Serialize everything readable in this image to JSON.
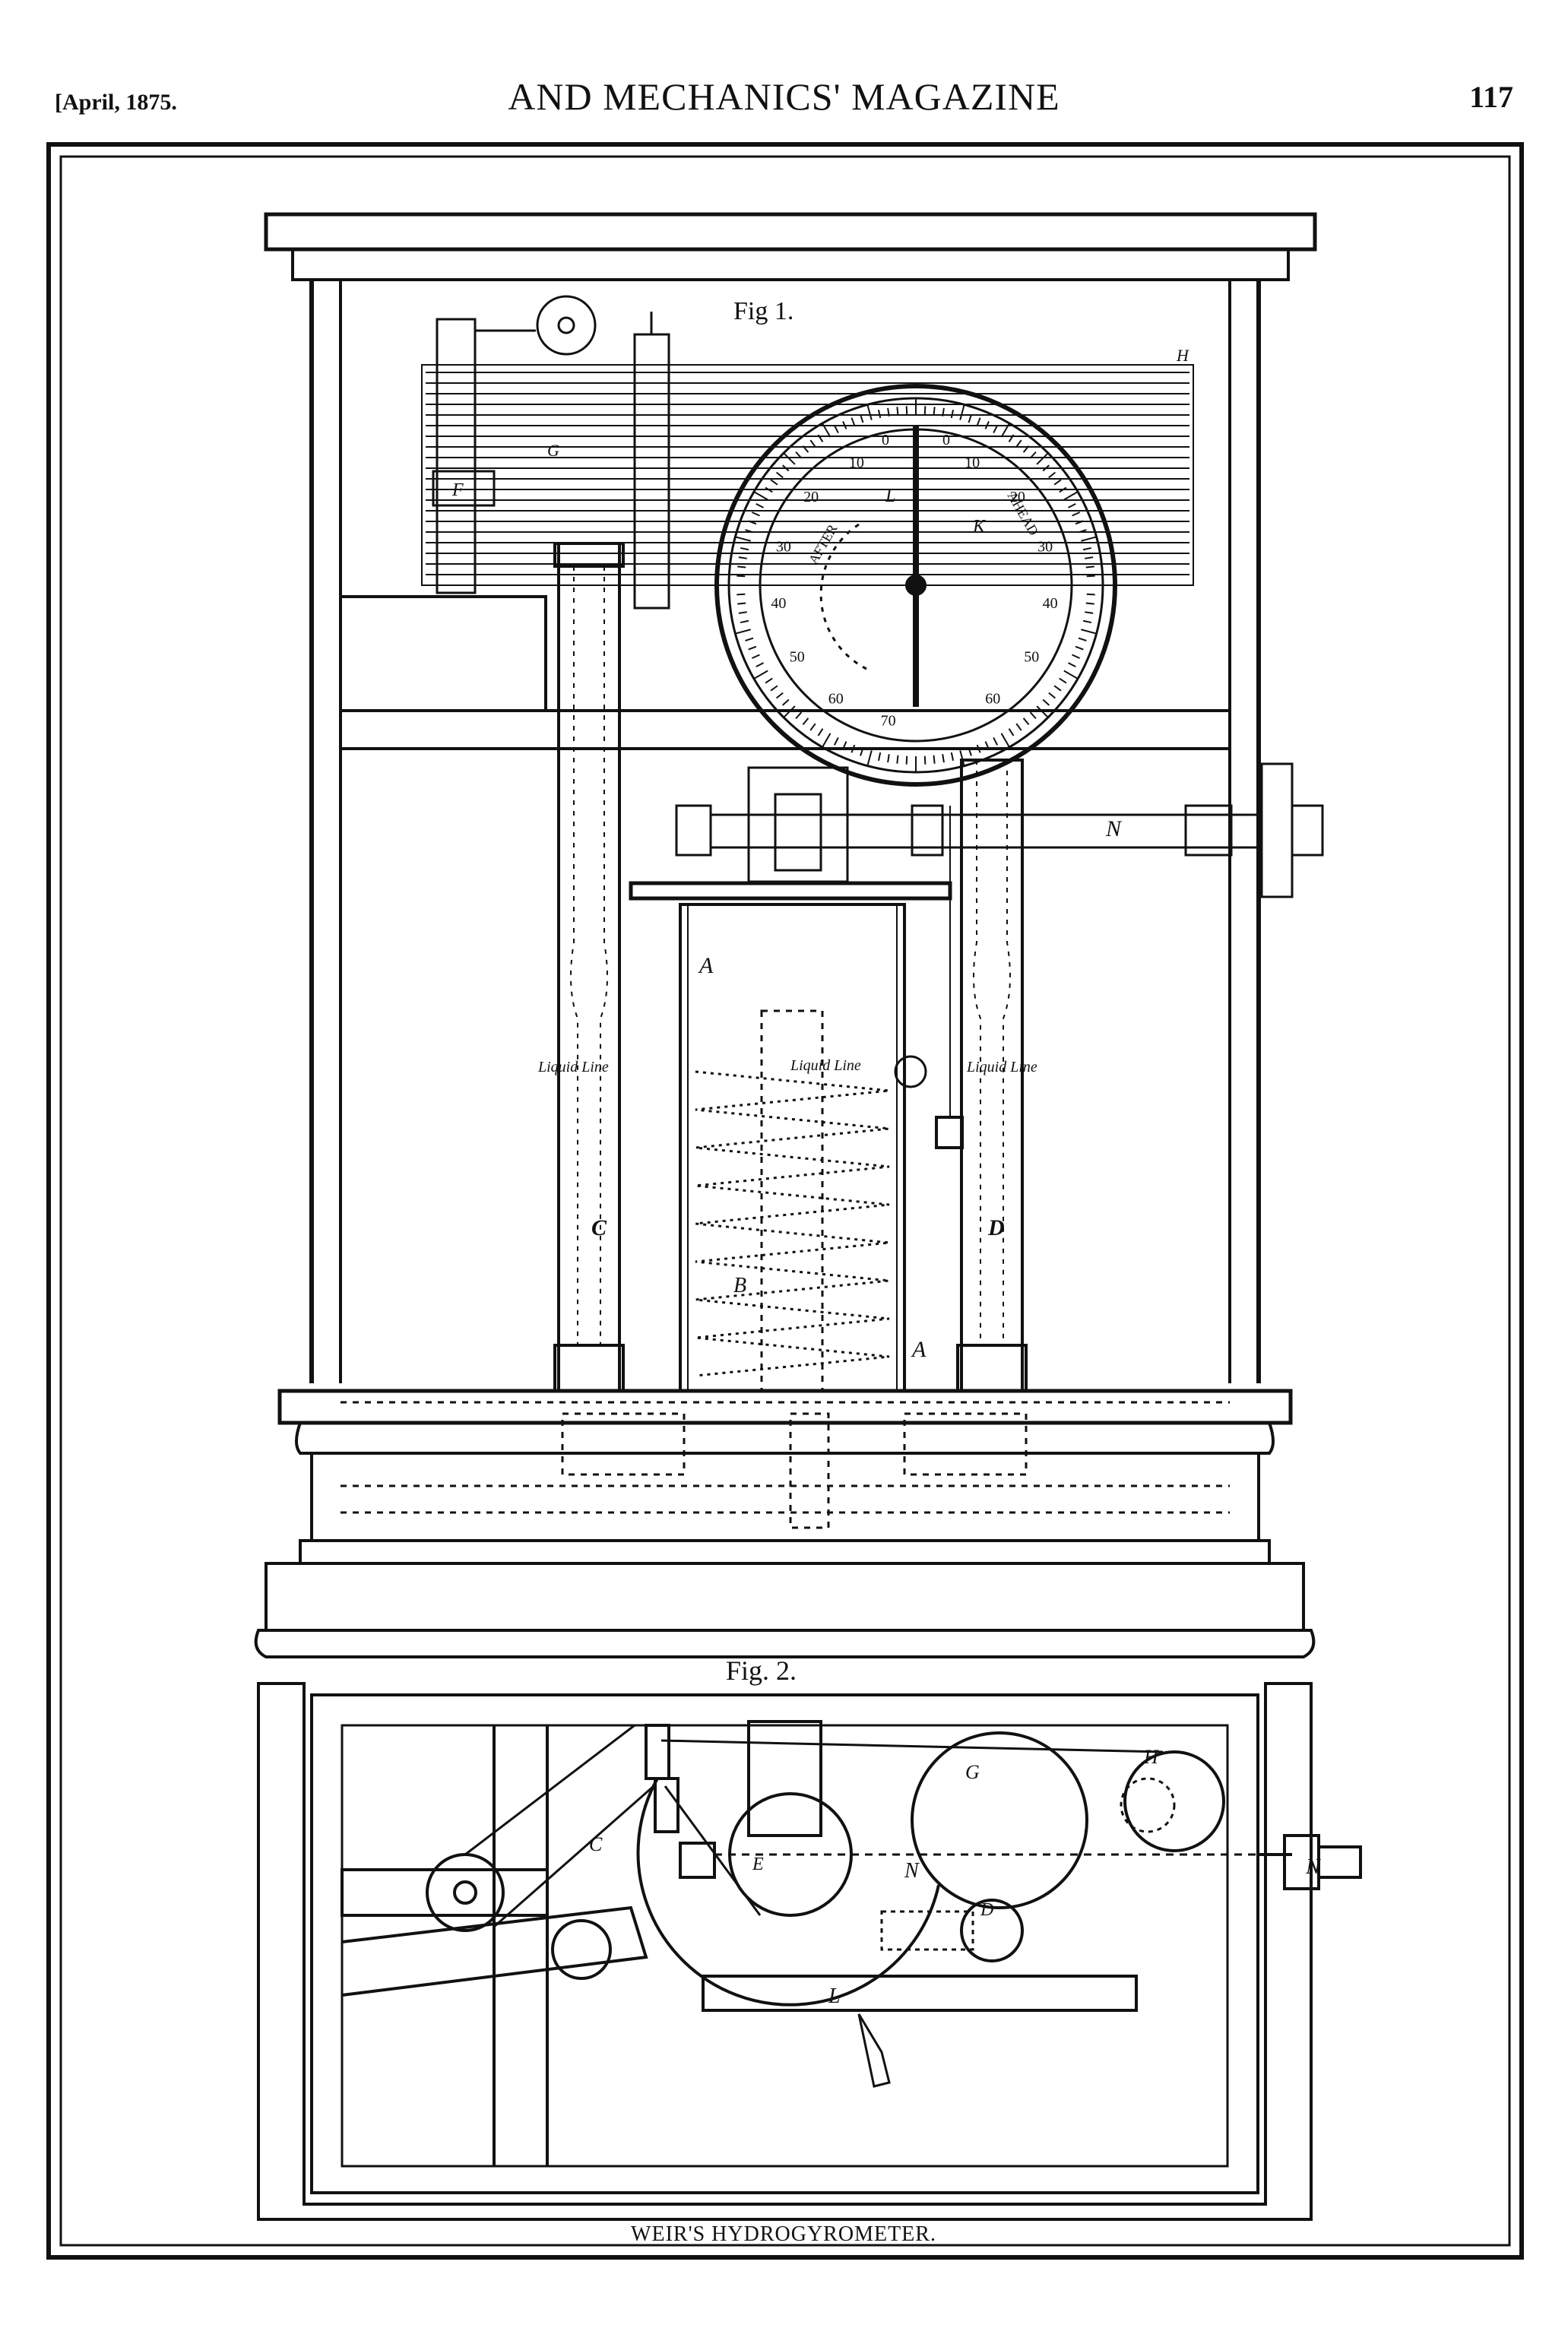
{
  "header": {
    "date": "[April, 1875.",
    "title": "AND MECHANICS' MAGAZINE",
    "page_number": "117"
  },
  "figures": {
    "fig1_label": "Fig 1.",
    "fig2_label": "Fig. 2.",
    "caption": "WEIR'S HYDROGYROMETER."
  },
  "labels": {
    "A": "A",
    "B": "B",
    "C": "C",
    "D": "D",
    "E": "E",
    "F": "F",
    "G": "G",
    "H": "H",
    "K": "K",
    "L": "L",
    "N": "N",
    "liquid_line": "Liquid Line",
    "after": "AFTER",
    "ahead": "AHEAD"
  },
  "dial": {
    "left_numbers": [
      "10",
      "20",
      "30",
      "40",
      "50",
      "60",
      "70"
    ],
    "right_numbers": [
      "10",
      "20",
      "30",
      "40",
      "50",
      "60"
    ],
    "zero": "0"
  },
  "colors": {
    "ink": "#111111",
    "paper": "#ffffff"
  }
}
